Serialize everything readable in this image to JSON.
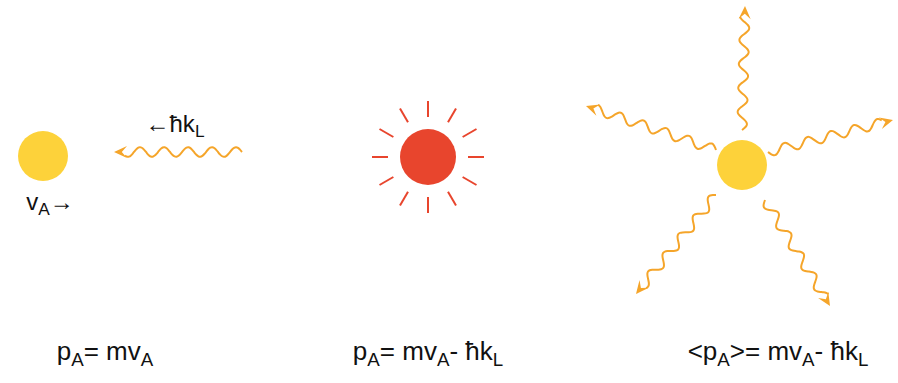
{
  "diagram": {
    "labels": [
      "←ħkL",
      "vA→",
      "pA= mvA",
      "pA= mvA- ħkL",
      "<pA>= mvA- ħkL"
    ]
  }
}
